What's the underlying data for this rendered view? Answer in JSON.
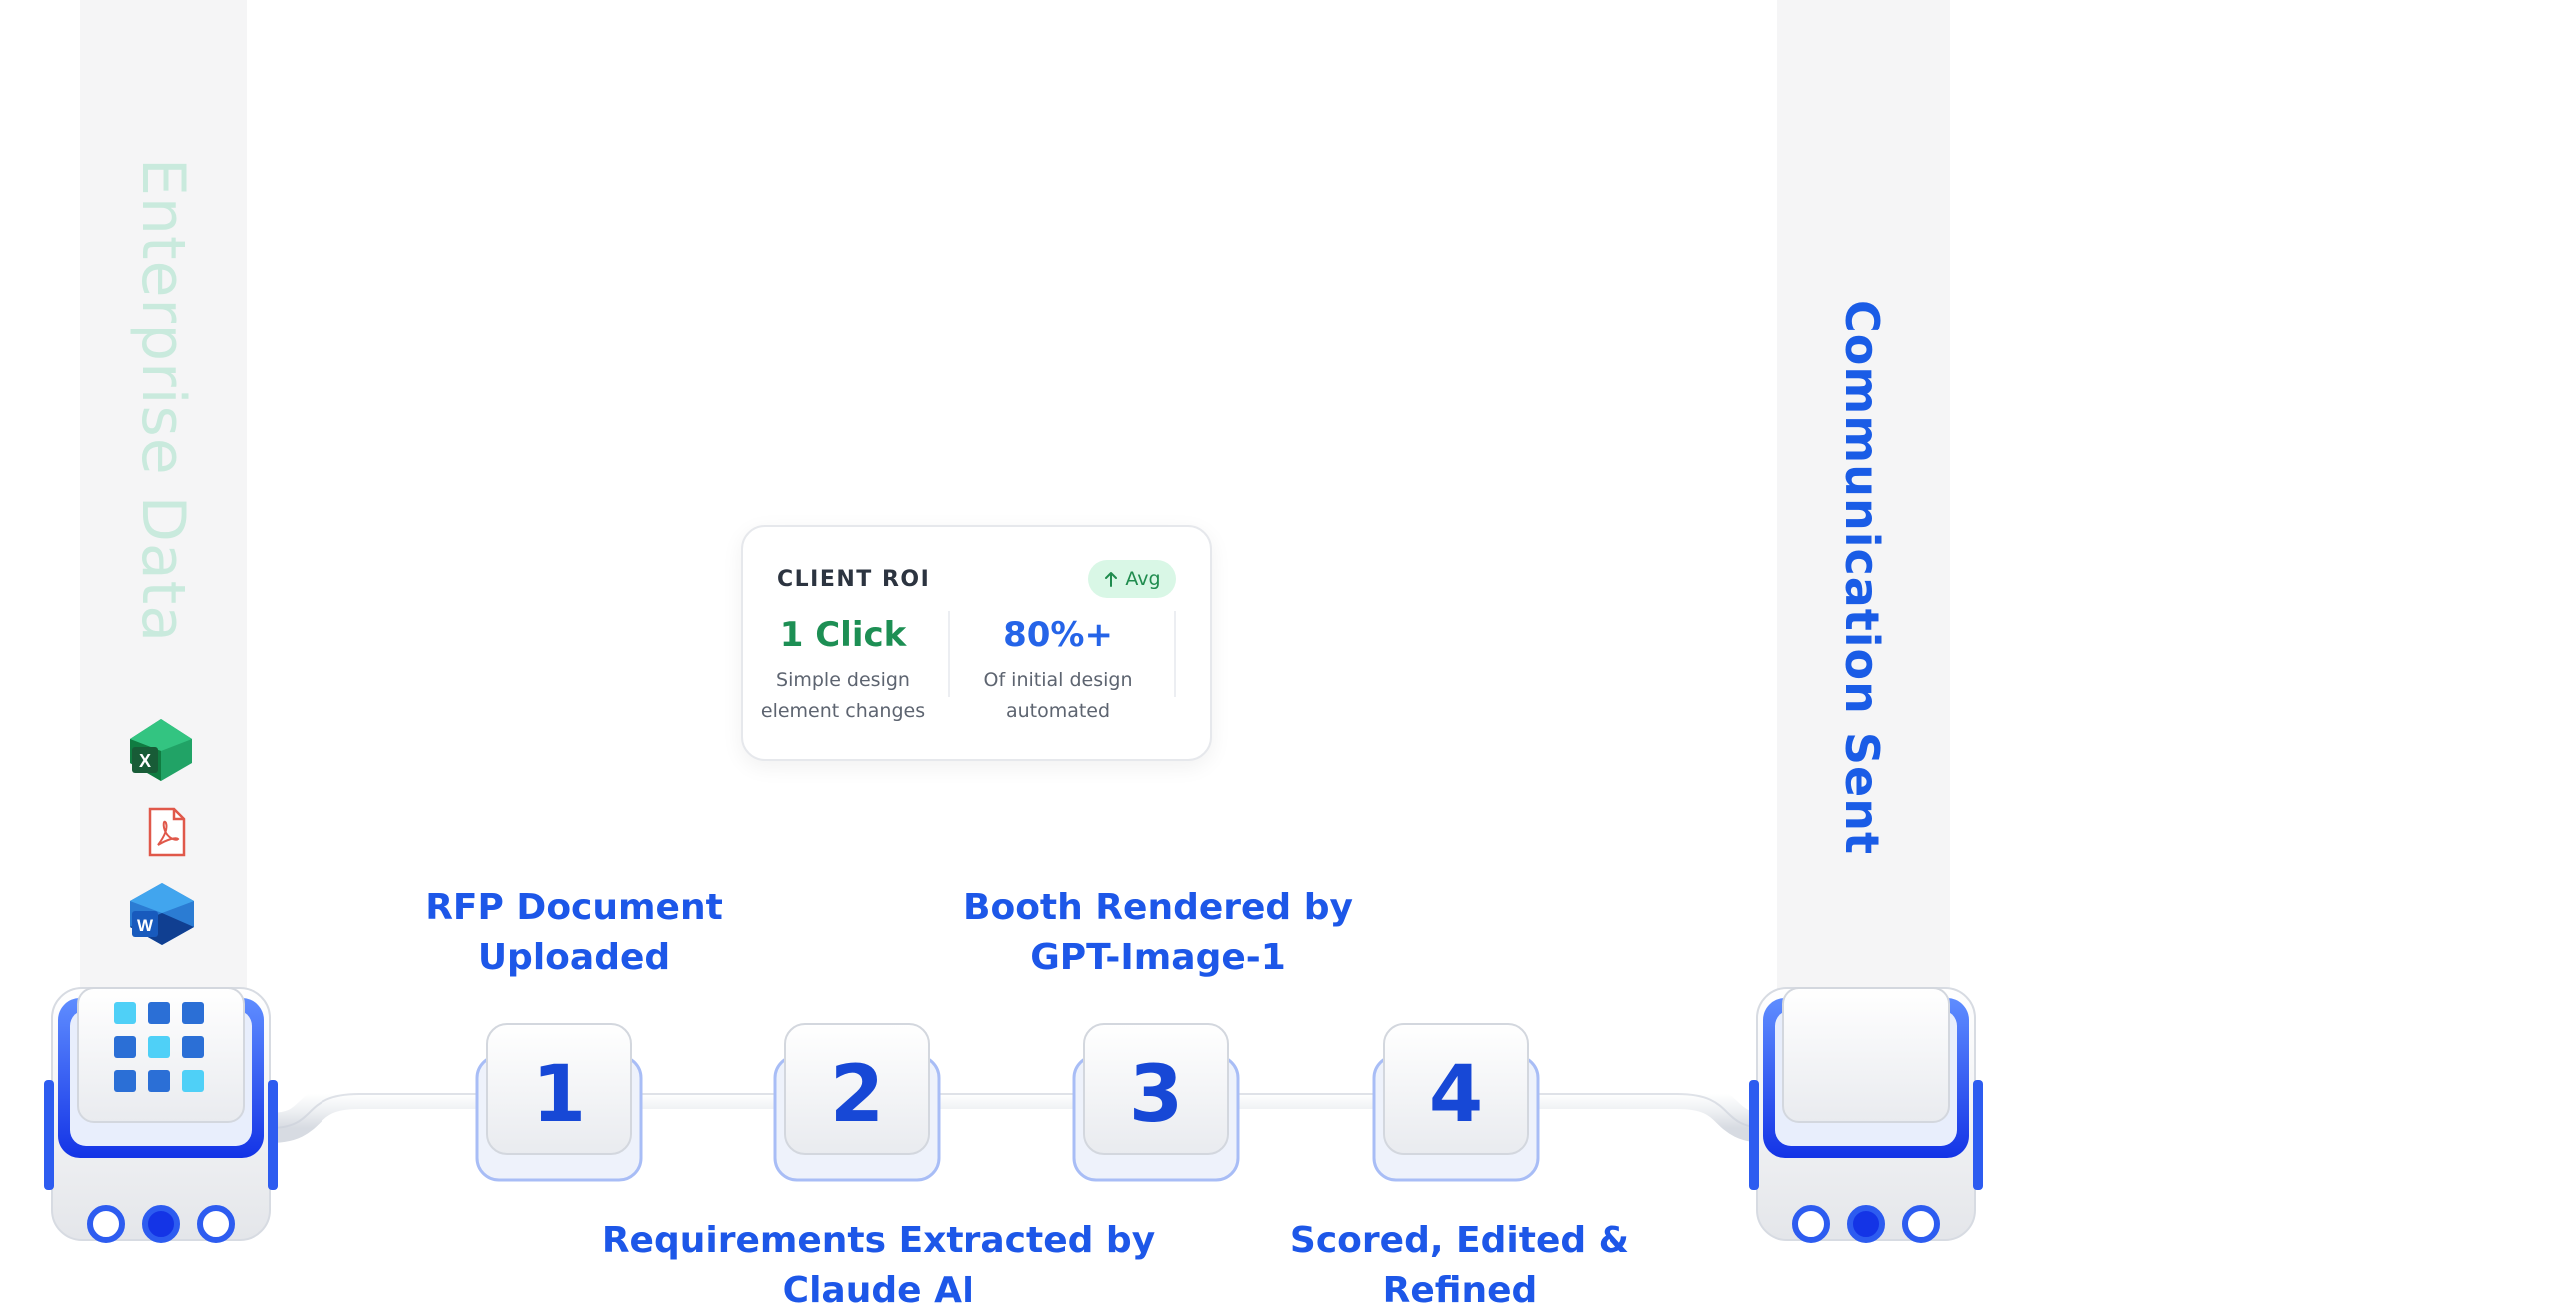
{
  "left_column": {
    "title": "Enterprise Data",
    "files": [
      "excel-icon",
      "pdf-icon",
      "word-icon"
    ]
  },
  "right_column": {
    "title": "Communication Sent"
  },
  "steps": [
    {
      "number": "1",
      "label": "RFP Document\nUploaded"
    },
    {
      "number": "2",
      "label": "Requirements Extracted by\nClaude AI"
    },
    {
      "number": "3",
      "label": "Booth Rendered by\nGPT-Image-1"
    },
    {
      "number": "4",
      "label": "Scored, Edited &\nRefined"
    }
  ],
  "roi_card": {
    "title": "CLIENT ROI",
    "badge": "Avg",
    "badge_icon": "arrow-up-icon",
    "metrics": [
      {
        "value": "1 Click",
        "desc": "Simple design\nelement changes",
        "color": "#1d8f54"
      },
      {
        "value": "80%+",
        "desc": "Of initial design\nautomated",
        "color": "#2564e8"
      }
    ]
  },
  "colors": {
    "accent": "#1d57e8",
    "pillar": "#f5f5f6",
    "enterprise_label": "#c9eadd"
  }
}
